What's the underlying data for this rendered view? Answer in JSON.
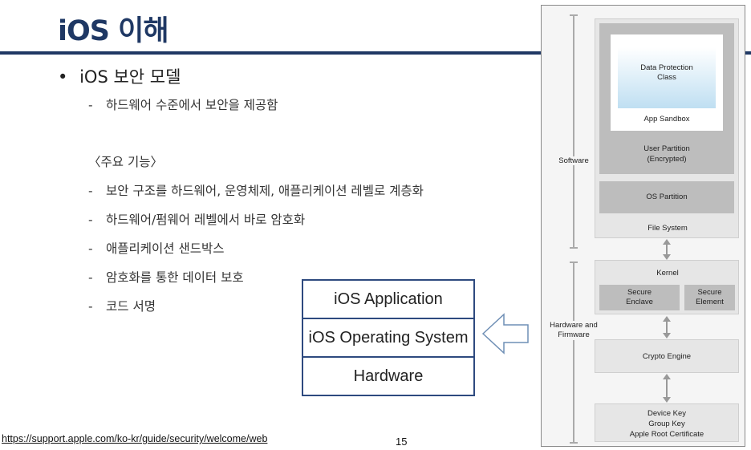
{
  "slide": {
    "title": "iOS 이해",
    "bullet": "iOS 보안 모델",
    "sub_intro": "하드웨어 수준에서 보안을 제공함",
    "section_heading": "〈주요 기능〉",
    "features": [
      "보안 구조를 하드웨어, 운영체제, 애플리케이션 레벨로 계층화",
      "하드웨어/펌웨어 레벨에서 바로 암호화",
      "애플리케이션 샌드박스",
      "암호화를 통한 데이터 보호",
      "코드 서명"
    ],
    "dash": "-",
    "bullet_mark": "•",
    "footer_link": "https://support.apple.com/ko-kr/guide/security/welcome/web",
    "page_number": "15"
  },
  "stack": [
    "iOS Application",
    "iOS Operating System",
    "Hardware"
  ],
  "diagram": {
    "software_label": "Software",
    "hardware_label": "Hardware and\nFirmware",
    "data_protection": "Data Protection\nClass",
    "app_sandbox": "App Sandbox",
    "user_partition": "User Partition\n(Encrypted)",
    "os_partition": "OS Partition",
    "file_system": "File System",
    "kernel": "Kernel",
    "secure_enclave": "Secure\nEnclave",
    "secure_element": "Secure\nElement",
    "crypto_engine": "Crypto Engine",
    "keys": "Device Key\nGroup Key\nApple Root Certificate"
  },
  "colors": {
    "title": "#1f3864",
    "stack_border": "#2e4a7f"
  }
}
